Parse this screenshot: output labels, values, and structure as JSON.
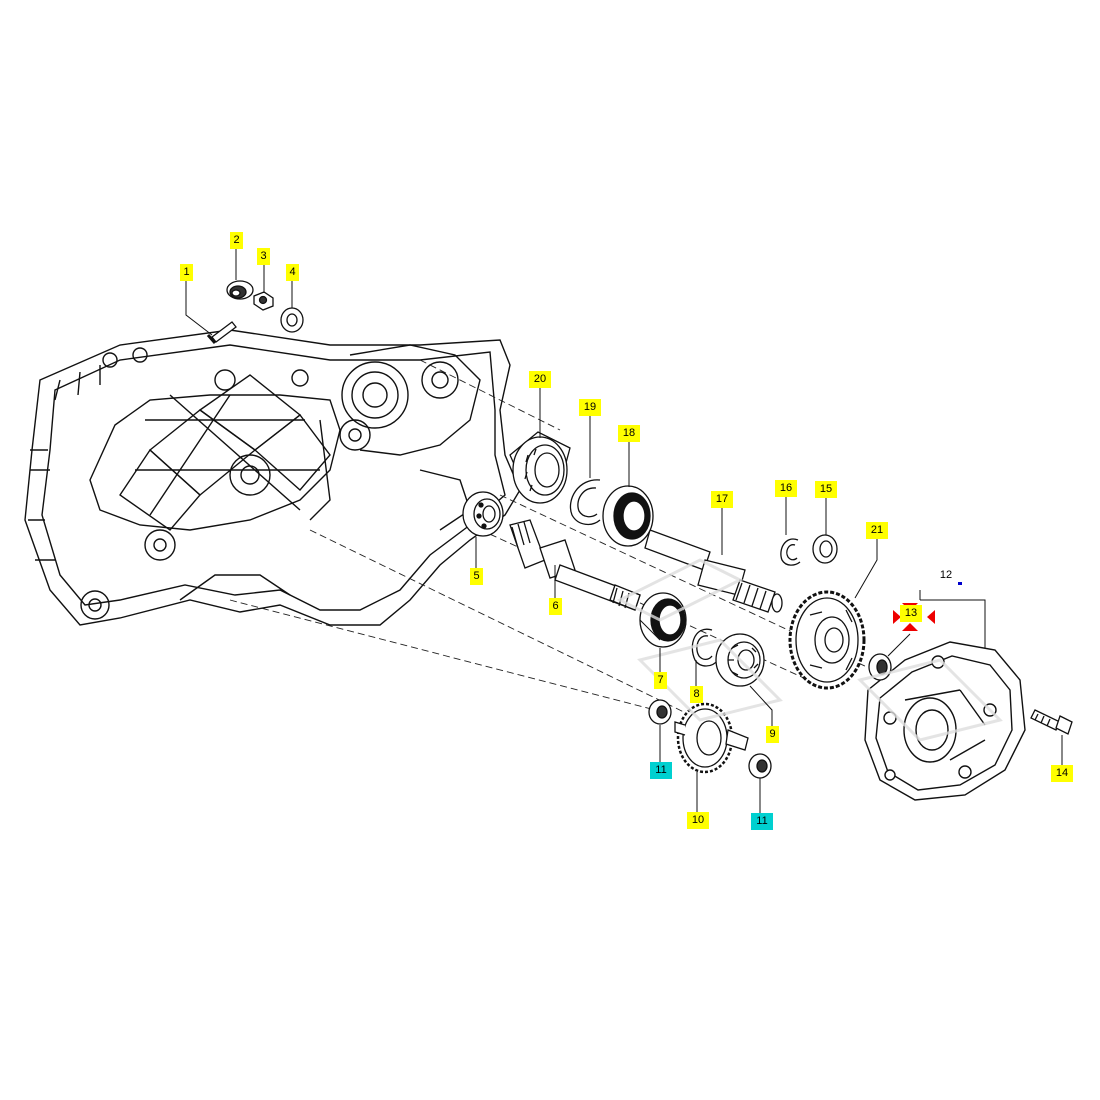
{
  "diagram": {
    "colors": {
      "line": "#111111",
      "yellow_label": "#ffff00",
      "cyan_label": "#00d0d0",
      "marker": "#ee0000",
      "watermark": "#dddddd"
    },
    "callouts": [
      {
        "id": "c1",
        "text": "1",
        "style": "yellow"
      },
      {
        "id": "c2",
        "text": "2",
        "style": "yellow"
      },
      {
        "id": "c3",
        "text": "3",
        "style": "yellow"
      },
      {
        "id": "c4",
        "text": "4",
        "style": "yellow"
      },
      {
        "id": "c5",
        "text": "5",
        "style": "yellow"
      },
      {
        "id": "c6",
        "text": "6",
        "style": "yellow"
      },
      {
        "id": "c7",
        "text": "7",
        "style": "yellow"
      },
      {
        "id": "c8",
        "text": "8",
        "style": "yellow"
      },
      {
        "id": "c9",
        "text": "9",
        "style": "yellow"
      },
      {
        "id": "c10",
        "text": "10",
        "style": "yellow"
      },
      {
        "id": "c11a",
        "text": "11",
        "style": "cyan"
      },
      {
        "id": "c11b",
        "text": "11",
        "style": "cyan"
      },
      {
        "id": "c12",
        "text": "12",
        "style": "plain"
      },
      {
        "id": "c13",
        "text": "13",
        "style": "yellow"
      },
      {
        "id": "c14",
        "text": "14",
        "style": "yellow"
      },
      {
        "id": "c15",
        "text": "15",
        "style": "yellow"
      },
      {
        "id": "c16",
        "text": "16",
        "style": "yellow"
      },
      {
        "id": "c17",
        "text": "17",
        "style": "yellow"
      },
      {
        "id": "c18",
        "text": "18",
        "style": "yellow"
      },
      {
        "id": "c19",
        "text": "19",
        "style": "yellow"
      },
      {
        "id": "c20",
        "text": "20",
        "style": "yellow"
      },
      {
        "id": "c21",
        "text": "21",
        "style": "yellow"
      }
    ]
  }
}
